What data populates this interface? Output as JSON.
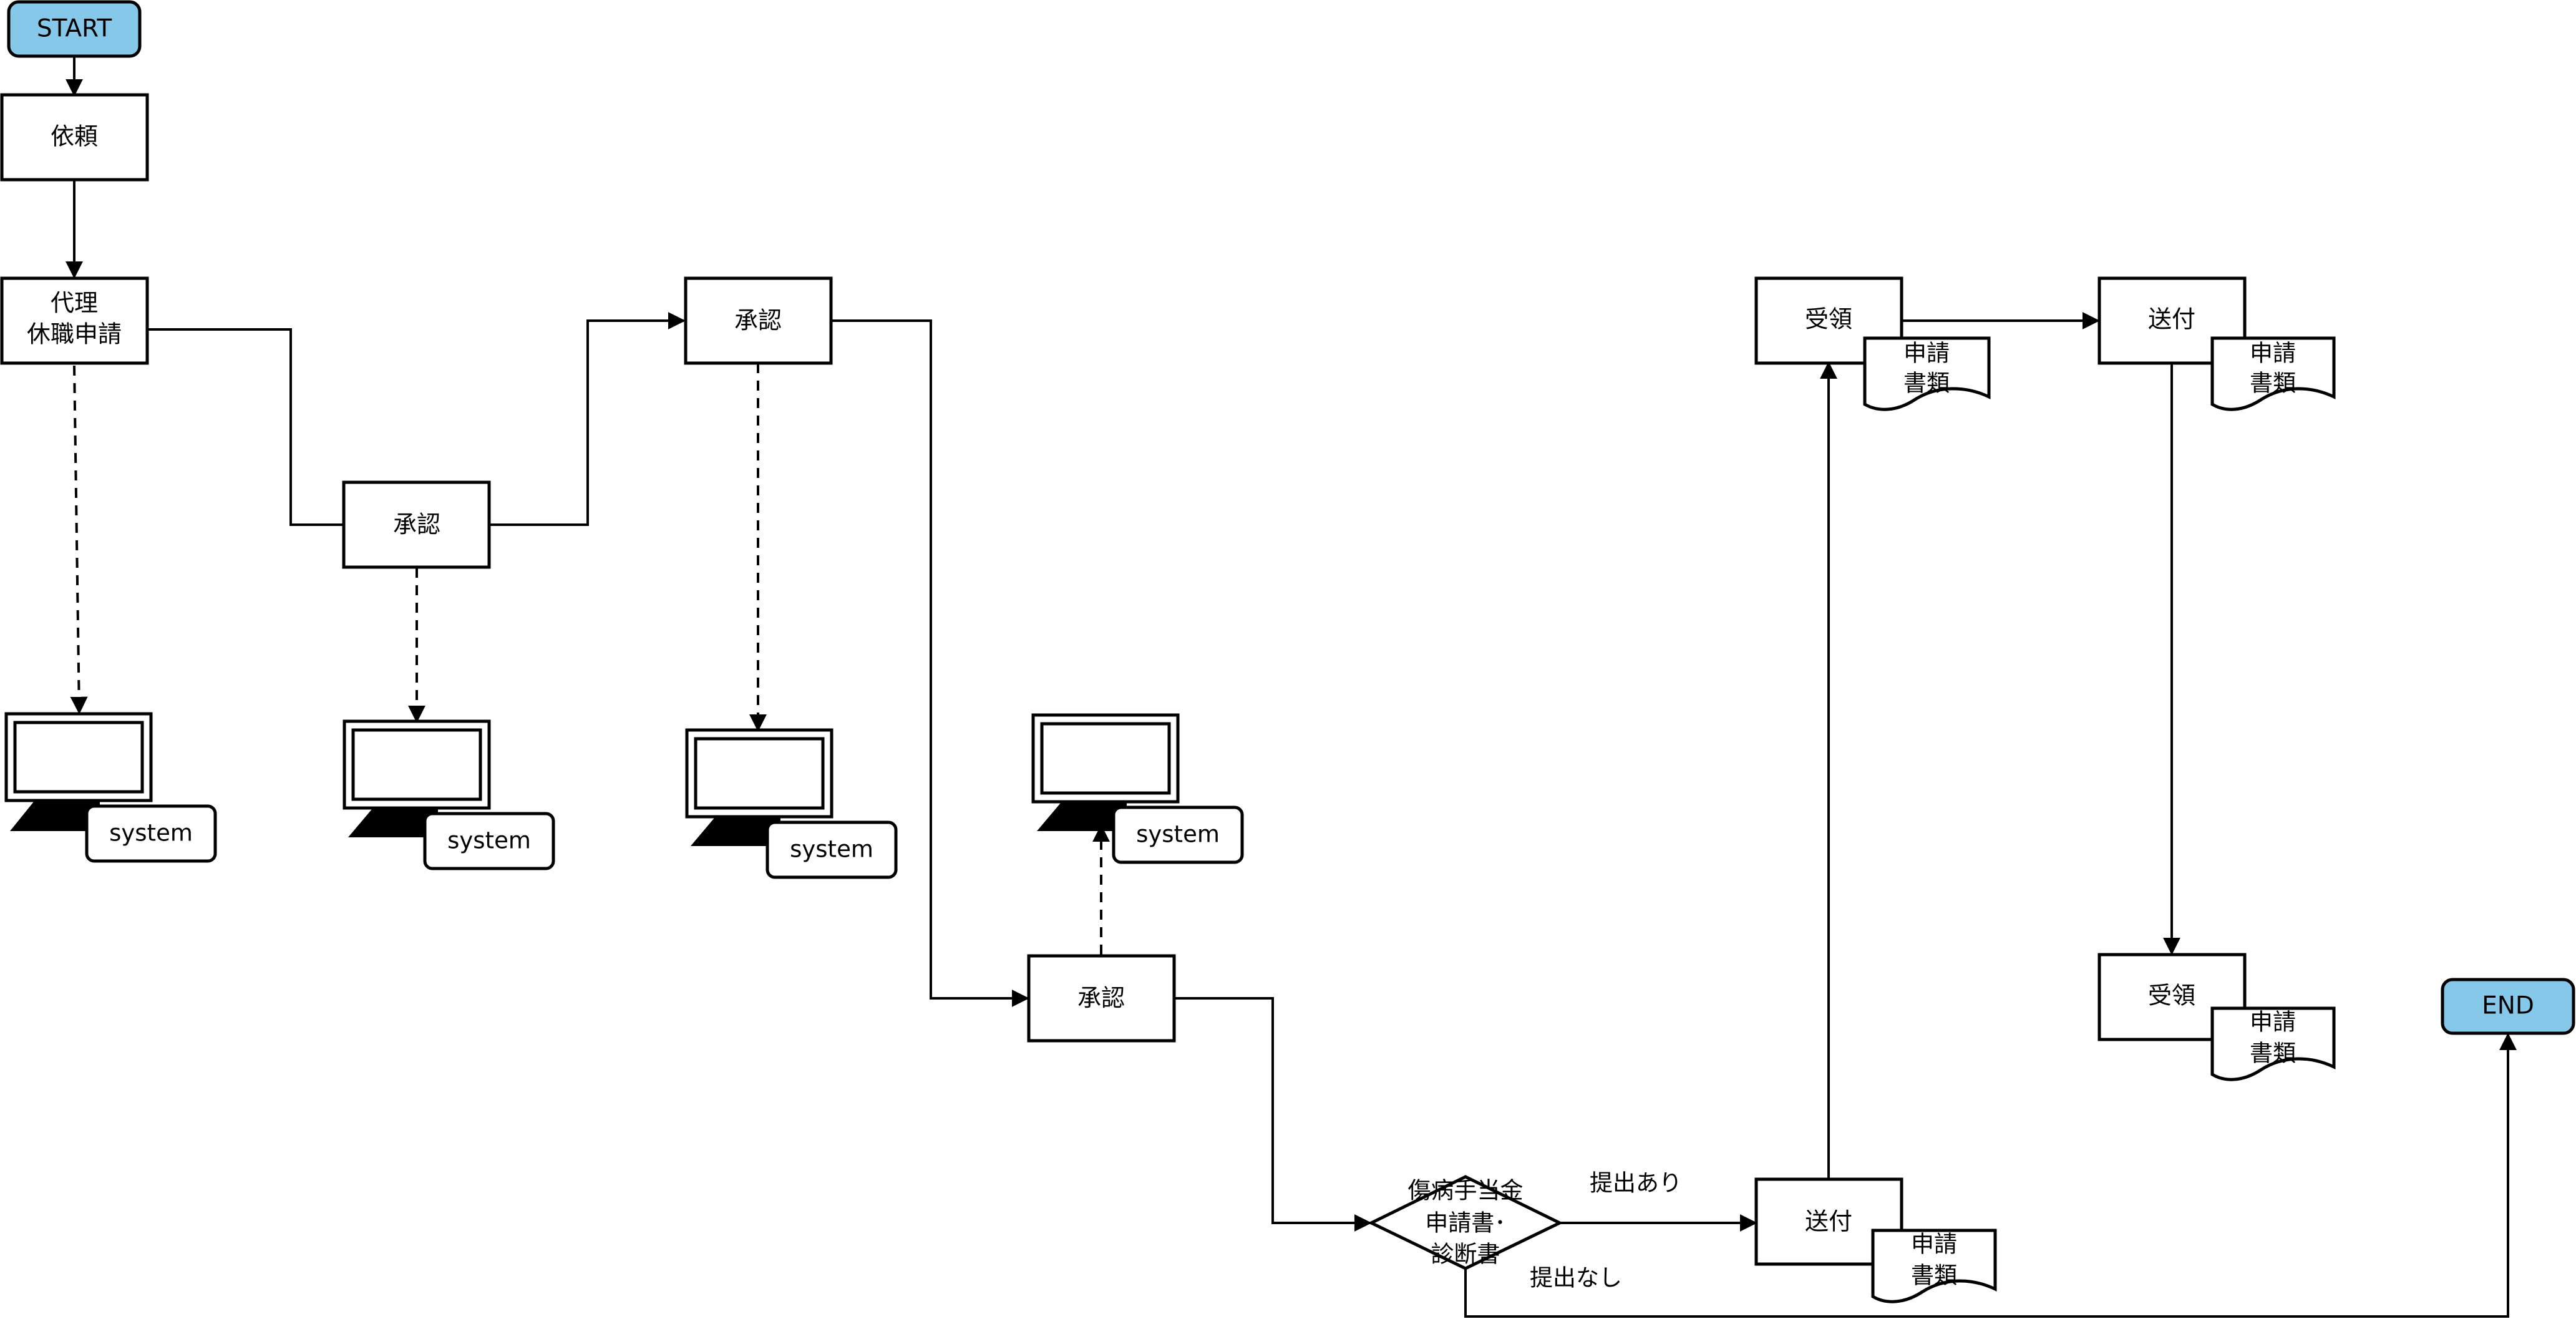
{
  "colors": {
    "terminal_fill": "#86c8ea",
    "stroke": "#000000",
    "background": "#ffffff"
  },
  "terminals": {
    "start": "START",
    "end": "END"
  },
  "steps": {
    "irai": "依頼",
    "dairi_line1": "代理",
    "dairi_line2": "休職申請",
    "approve1": "承認",
    "approve2": "承認",
    "approve3": "承認",
    "receive1": "受領",
    "send1": "送付",
    "receive2": "受領",
    "send2": "送付"
  },
  "decision": {
    "line1": "傷病手当金",
    "line2": "申請書･",
    "line3": "診断書",
    "yes_label": "提出あり",
    "no_label": "提出なし"
  },
  "systems": {
    "s1": "system",
    "s2": "system",
    "s3": "system",
    "s4": "system"
  },
  "documents": {
    "d1_line1": "申請",
    "d1_line2": "書類",
    "d2_line1": "申請",
    "d2_line2": "書類",
    "d3_line1": "申請",
    "d3_line2": "書類",
    "d4_line1": "申請",
    "d4_line2": "書類"
  },
  "icons": {
    "system_terminal": "computer-monitor-icon",
    "document": "document-icon"
  }
}
